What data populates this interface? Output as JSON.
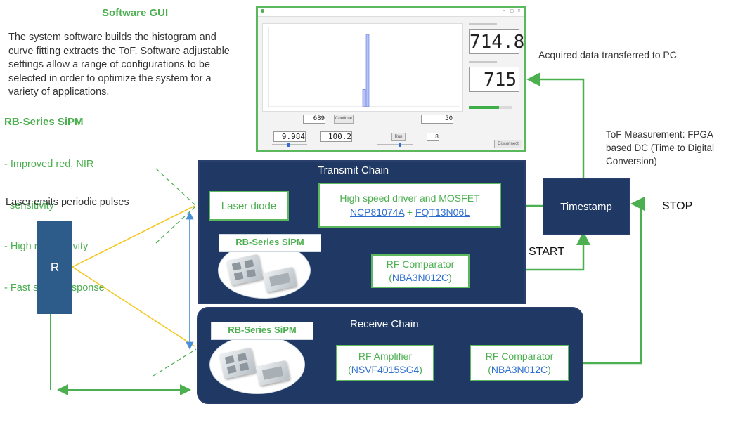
{
  "software": {
    "title": "Software GUI",
    "desc_lines": [
      "The system software builds the histogram and",
      "curve fitting extracts the ToF. Software adjustable",
      "settings allow a range of configurations to be",
      "selected in order to optimize the system for a",
      "variety of applications."
    ]
  },
  "sipm_features": {
    "title": "RB-Series SiPM",
    "items": [
      "- Improved red, NIR",
      "  sensitivity",
      "- High responsivity",
      "- Fast signal response"
    ]
  },
  "laser_label": "Laser emits periodic pulses",
  "target_label": "R",
  "acquired_label": "Acquired data transferred to PC",
  "tof_lines": [
    "ToF Measurement: FPGA",
    "based DC (Time to Digital",
    "Conversion)"
  ],
  "start_label": "START",
  "stop_label": "STOP",
  "transmit": {
    "title": "Transmit Chain",
    "laser_diode": "Laser diode",
    "driver_title": "High speed driver and MOSFET",
    "driver_part1": "NCP81074A",
    "driver_plus": " + ",
    "driver_part2": "FQT13N06L",
    "sipm_tag": "RB-Series SiPM",
    "comparator_title": "RF Comparator",
    "comparator_part": "NBA3N012C"
  },
  "timestamp_label": "Timestamp",
  "receive": {
    "title": "Receive Chain",
    "sipm_tag": "RB-Series SiPM",
    "amplifier_title": "RF Amplifier",
    "amplifier_part": "NSVF4015SG4",
    "comparator_title": "RF Comparator",
    "comparator_part": "NBA3N012C"
  },
  "gui": {
    "display1": "714.8",
    "display2": "715",
    "field1": "689",
    "field2": "50",
    "field3": "9.984",
    "field4": "100.2",
    "field5": "8",
    "continue_label": "Continue",
    "run_label": "Run",
    "disconnect_label": "Disconnect",
    "histogram": {
      "type": "bar",
      "tall_bar_level": 0.92,
      "short_bar_level": 0.22
    }
  },
  "colors": {
    "navy": "#1f3864",
    "green": "#4caf50",
    "blue_line": "#4a90d9",
    "yellow_ray": "#f5c518"
  }
}
